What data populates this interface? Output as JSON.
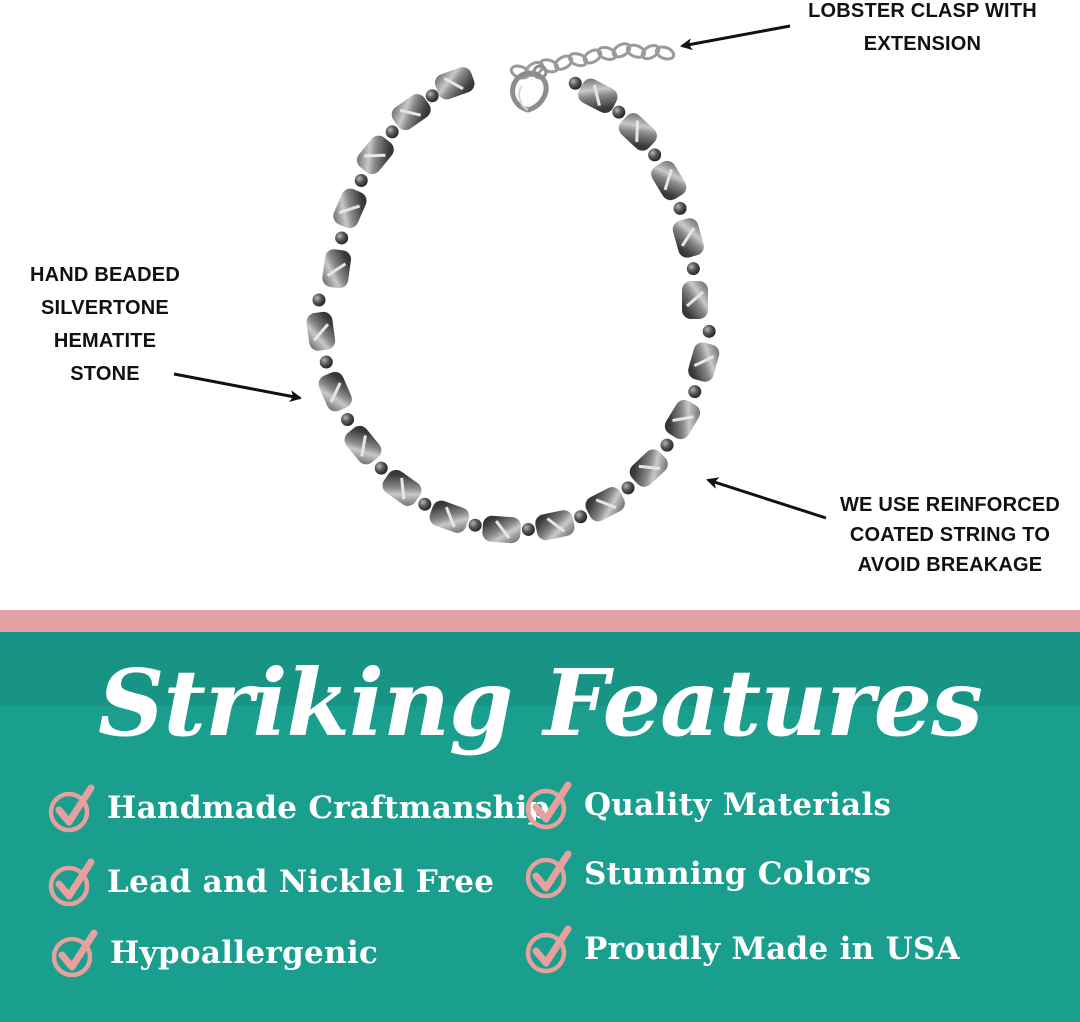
{
  "colors": {
    "teal": "#1a9e8e",
    "pink_band": "#e3a1a3",
    "check_color": "#e6a19e",
    "white": "#ffffff",
    "callout_text": "#111111"
  },
  "callouts": {
    "clasp": [
      "LOBSTER CLASP WITH",
      "EXTENSION"
    ],
    "stone": [
      "HAND BEADED",
      "SILVERTONE",
      "HEMATITE",
      "STONE"
    ],
    "string": [
      "WE USE REINFORCED",
      "COATED STRING TO",
      "AVOID BREAKAGE"
    ]
  },
  "features_section": {
    "heading": "Striking Features",
    "items": [
      "Handmade Craftmanship",
      "Quality Materials",
      "Lead and Nicklel Free",
      "Stunning Colors",
      "Hypoallergenic",
      "Proudly Made in USA"
    ],
    "icon": "checkmark-circle-icon"
  },
  "product_image": {
    "icon": "hematite-bracelet-illustration"
  }
}
